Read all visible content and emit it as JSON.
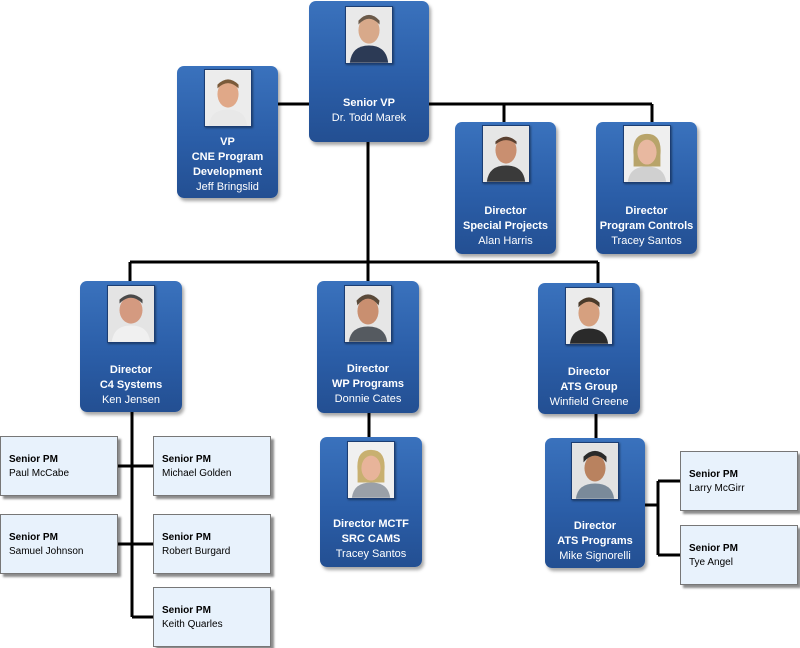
{
  "org": {
    "senior_vp": {
      "title": "Senior VP",
      "name": "Dr. Todd Marek",
      "icon": "person-photo-icon"
    },
    "vp_cne": {
      "title_lines": [
        "VP",
        "CNE Program",
        "Development"
      ],
      "name": "Jeff Bringslid",
      "icon": "person-photo-icon"
    },
    "dir_special": {
      "title_lines": [
        "Director",
        "Special Projects"
      ],
      "name": "Alan Harris",
      "icon": "person-photo-icon"
    },
    "dir_controls": {
      "title_lines": [
        "Director",
        "Program Controls"
      ],
      "name": "Tracey Santos",
      "icon": "person-photo-icon"
    },
    "dir_c4": {
      "title_lines": [
        "Director",
        "C4 Systems"
      ],
      "name": "Ken Jensen",
      "icon": "person-photo-icon"
    },
    "dir_wp": {
      "title_lines": [
        "Director",
        "WP Programs"
      ],
      "name": "Donnie Cates",
      "icon": "person-photo-icon"
    },
    "dir_ats": {
      "title_lines": [
        "Director",
        "ATS Group"
      ],
      "name": "Winfield Greene",
      "icon": "person-photo-icon"
    },
    "dir_mctf": {
      "title_lines": [
        "Director MCTF",
        "SRC CAMS"
      ],
      "name": "Tracey Santos",
      "icon": "person-photo-icon"
    },
    "dir_ats_prog": {
      "title_lines": [
        "Director",
        "ATS Programs"
      ],
      "name": "Mike Signorelli",
      "icon": "person-photo-icon"
    }
  },
  "senior_pms": [
    {
      "title": "Senior PM",
      "name": "Paul McCabe"
    },
    {
      "title": "Senior PM",
      "name": "Michael Golden"
    },
    {
      "title": "Senior PM",
      "name": "Samuel Johnson"
    },
    {
      "title": "Senior PM",
      "name": "Robert Burgard"
    },
    {
      "title": "Senior PM",
      "name": "Keith Quarles"
    },
    {
      "title": "Senior PM",
      "name": "Larry McGirr"
    },
    {
      "title": "Senior PM",
      "name": "Tye Angel"
    }
  ],
  "colors": {
    "node_blue": "#2b5ea8",
    "pm_fill": "#e8f2fc",
    "connector": "#000000"
  }
}
